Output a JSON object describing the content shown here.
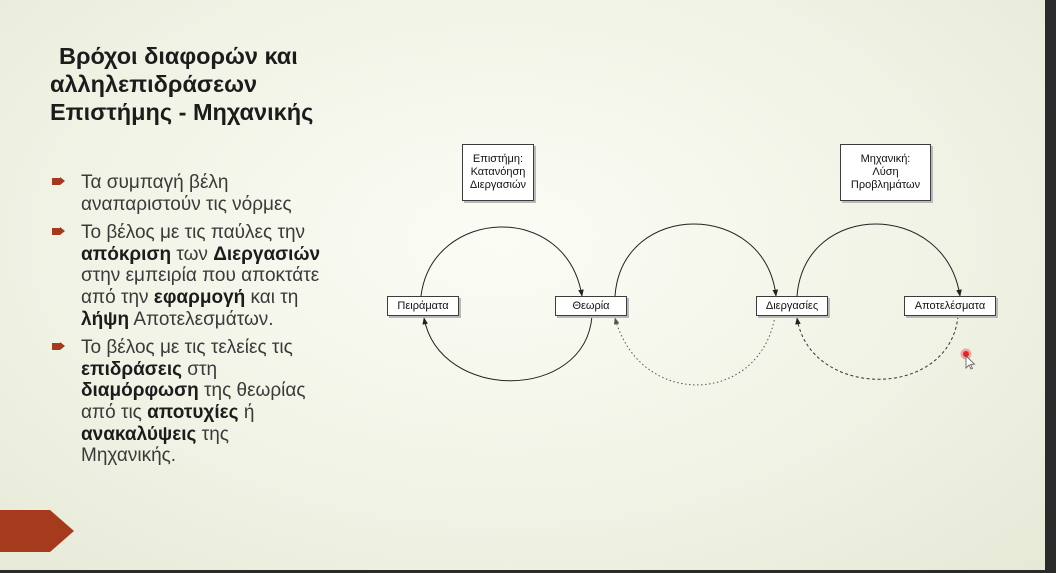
{
  "title": {
    "line1": "Βρόχοι διαφορών και",
    "line2": "αλληλεπιδράσεων",
    "line3": "Επιστήμης - Μηχανικής"
  },
  "bullets": [
    {
      "lines": [
        "Τα συμπαγή βέλη",
        "αναπαριστούν τις νόρμες"
      ]
    },
    {
      "l1": "Το βέλος με τις παύλες την",
      "l2_b1": "απόκριση",
      "l2_t1": " των ",
      "l2_b2": "Διεργασιών",
      "l3": "στην εμπειρία που αποκτάτε",
      "l4_t1": "από την ",
      "l4_b1": "εφαρμογή",
      "l4_t2": " και τη",
      "l5_b1": "λήψη",
      "l5_t1": " Αποτελεσμάτων."
    },
    {
      "l1": "Το βέλος με τις τελείες τις",
      "l2_b1": "επιδράσεις",
      "l2_t1": " στη",
      "l3_b1": "διαμόρφωση",
      "l3_t1": " της θεωρίας",
      "l4_t1": "από τις ",
      "l4_b1": "αποτυχίες",
      "l4_t2": " ή",
      "l5_b1": "ανακαλύψεις",
      "l5_t1": " της",
      "l6": "Μηχανικής."
    }
  ],
  "diagram": {
    "science_box": [
      "Επιστήμη:",
      "Κατανόηση",
      "Διεργασιών"
    ],
    "engineering_box": [
      "Μηχανική:",
      "Λύση",
      "Προβλημάτων"
    ],
    "nodes": {
      "experiments": "Πειράματα",
      "theory": "Θεωρία",
      "processes": "Διεργασίες",
      "results": "Αποτελέσματα"
    }
  },
  "colors": {
    "accent": "#a33a1f",
    "bullet_marker": "#a33a1f",
    "pointer": "#e0262b"
  },
  "icons": {
    "bullet": "arrow-bullet-icon",
    "slide_tab": "chevron-tab-icon",
    "cursor": "mouse-pointer-icon",
    "laser": "laser-pointer-icon"
  }
}
